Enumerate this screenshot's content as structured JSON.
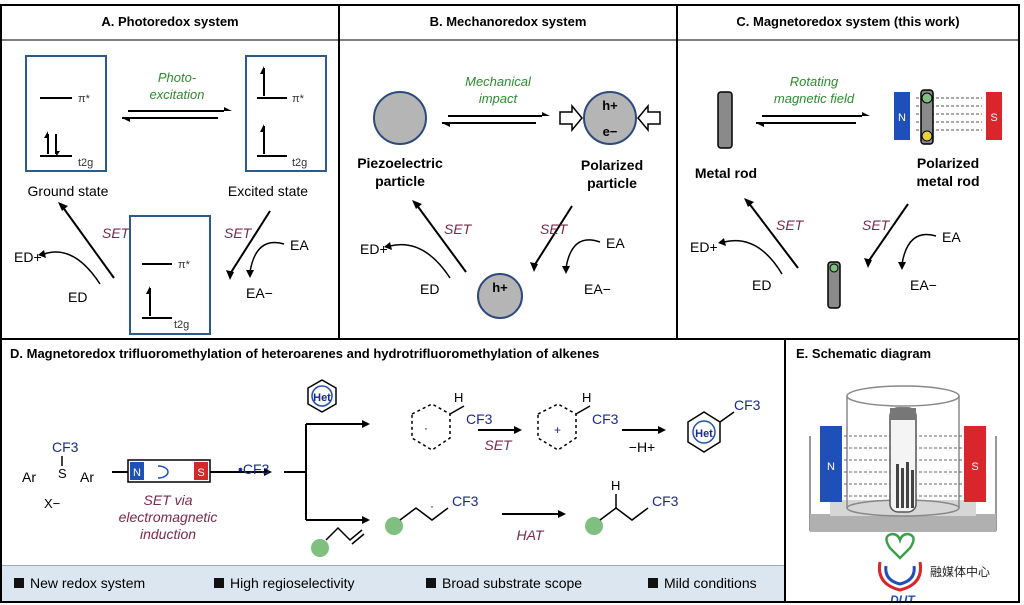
{
  "panels": {
    "a": {
      "title": "A. Photoredox system",
      "arrow_label_1": "Photo-",
      "arrow_label_2": "excitation",
      "ground_state": "Ground state",
      "excited_state": "Excited state",
      "pi_star": "π*",
      "t2g": "t2g",
      "set": "SET",
      "ed_cation": "ED+",
      "ed": "ED",
      "ea": "EA",
      "ea_anion": "EA−"
    },
    "b": {
      "title": "B. Mechanoredox system",
      "arrow_label_1": "Mechanical",
      "arrow_label_2": "impact",
      "piezo_1": "Piezoelectric",
      "piezo_2": "particle",
      "polar_1": "Polarized",
      "polar_2": "particle",
      "hplus": "h+",
      "eminus": "e−",
      "set": "SET",
      "ed_cation": "ED+",
      "ed": "ED",
      "ea": "EA",
      "ea_anion": "EA−"
    },
    "c": {
      "title": "C. Magnetoredox system (this work)",
      "arrow_label_1": "Rotating",
      "arrow_label_2": "magnetic field",
      "metal_rod": "Metal rod",
      "polar_1": "Polarized",
      "polar_2": "metal rod",
      "n": "N",
      "s": "S",
      "set": "SET",
      "ed_cation": "ED+",
      "ed": "ED",
      "ea": "EA",
      "ea_anion": "EA−"
    },
    "d": {
      "title": "D. Magnetoredox trifluoromethylation of heteroarenes and hydrotrifluoromethylation of alkenes",
      "cf3": "CF3",
      "ar_left": "Ar",
      "ar_right": "Ar",
      "s": "S",
      "x_anion": "X−",
      "n": "N",
      "s_pole": "S",
      "set_via_1": "SET via",
      "set_via_2": "electromagnetic",
      "set_via_3": "induction",
      "radical_cf3": "•CF3",
      "het": "Het",
      "h": "H",
      "set": "SET",
      "minus_h": "−H+",
      "hat": "HAT"
    },
    "e": {
      "title": "E. Schematic diagram",
      "n": "N",
      "s": "S"
    }
  },
  "features": [
    "New redox system",
    "High regioselectivity",
    "Broad substrate scope",
    "Mild conditions"
  ],
  "logo": {
    "text": "融媒体中心",
    "abbr": "DUT"
  },
  "colors": {
    "green_label": "#2e8b2e",
    "set_label": "#7b2a4a",
    "blue_text": "#1a2a8c",
    "magnet_blue": "#1f4fb8",
    "magnet_red": "#d8262a",
    "particle_gray": "#b5b5b5",
    "ligand_green": "#7fbf7f",
    "feature_bar": "#dce6f0"
  }
}
